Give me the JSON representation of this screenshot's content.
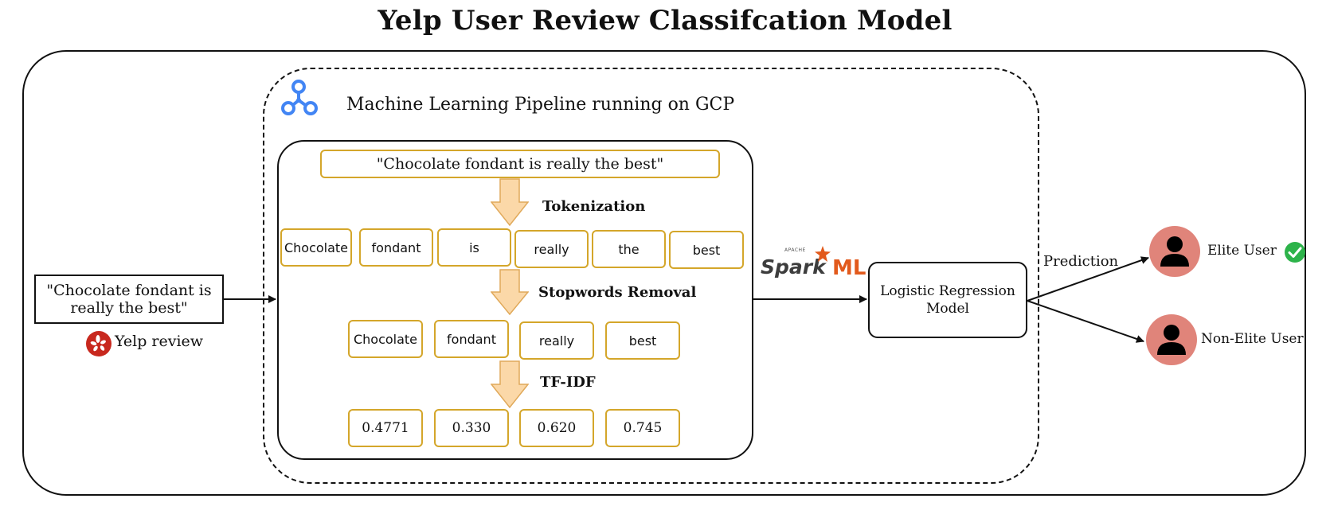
{
  "title": "Yelp User Review Classifcation Model",
  "pipeline": {
    "title": "Machine Learning Pipeline running on GCP",
    "icon": "gcp-pipeline-icon",
    "accent_color": "#4285f4",
    "input_sentence": "\"Chocolate fondant is really the best\"",
    "steps": {
      "tokenization": "Tokenization",
      "stopwords": "Stopwords Removal",
      "tfidf": "TF-IDF"
    },
    "tokens": [
      "Chocolate",
      "fondant",
      "is",
      "really",
      "the",
      "best"
    ],
    "filtered_tokens": [
      "Chocolate",
      "fondant",
      "really",
      "best"
    ],
    "tfidf_values": [
      "0.4771",
      "0.330",
      "0.620",
      "0.745"
    ],
    "box_border_color": "#d4a62a",
    "arrow_fill_color": "#fbd8a8"
  },
  "input": {
    "review_text_line1": "\"Chocolate fondant is",
    "review_text_line2": "really the best\"",
    "source_label": "Yelp review",
    "source_icon": "yelp-logo-icon",
    "yelp_color": "#c8281e"
  },
  "spark": {
    "apache": "APACHE",
    "spark": "Spark",
    "ml": "ML",
    "ml_color": "#e25a1c"
  },
  "model": {
    "label_line1": "Logistic Regression",
    "label_line2": "Model"
  },
  "output": {
    "prediction_label": "Prediction",
    "elite_label": "Elite User",
    "non_elite_label": "Non-Elite User",
    "user_icon_color": "#e0847a",
    "check_color": "#2db34a"
  }
}
